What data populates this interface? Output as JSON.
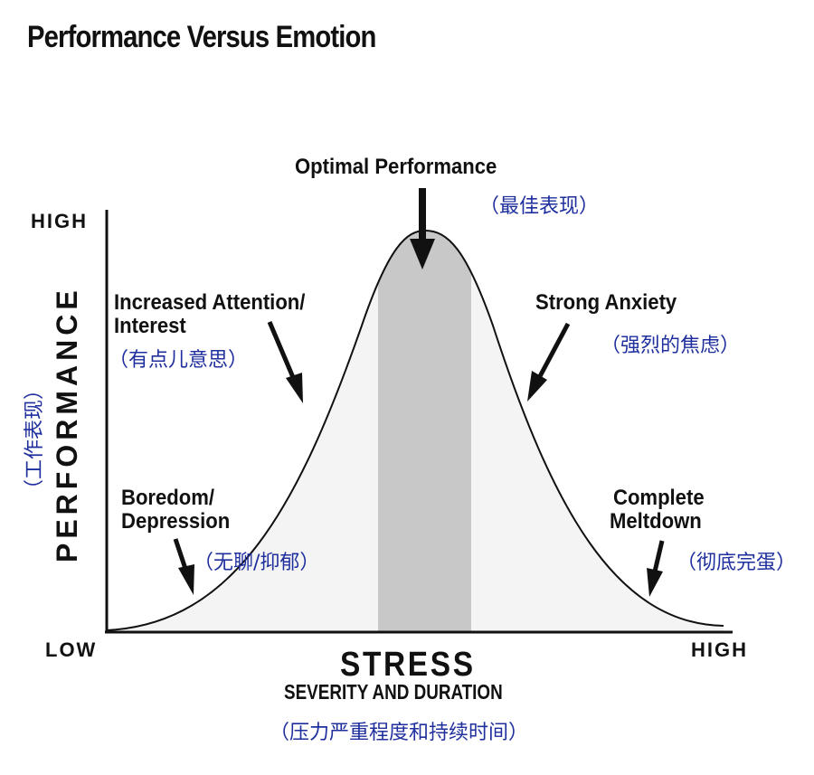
{
  "title": "Performance Versus Emotion",
  "y_axis": {
    "label": "PERFORMANCE",
    "label_cn": "（工作表现）",
    "high": "HIGH"
  },
  "x_axis": {
    "label": "STRESS",
    "sublabel": "SEVERITY AND DURATION",
    "label_cn": "（压力严重程度和持续时间）",
    "low": "LOW",
    "high": "HIGH"
  },
  "annotations": {
    "optimal": {
      "en": "Optimal Performance",
      "cn": "（最佳表现）"
    },
    "attention": {
      "en_line1": "Increased Attention/",
      "en_line2": "Interest",
      "cn": "（有点儿意思）"
    },
    "anxiety": {
      "en": "Strong Anxiety",
      "cn": "（强烈的焦虑）"
    },
    "boredom": {
      "en_line1": "Boredom/",
      "en_line2": "Depression",
      "cn": "（无聊/抑郁）"
    },
    "meltdown": {
      "en_line1": "Complete",
      "en_line2": "Meltdown",
      "cn": "（彻底完蛋）"
    }
  },
  "colors": {
    "curve_fill": "#f4f4f4",
    "optimal_band": "#c8c8c8",
    "cn_text": "#1f2f9e",
    "ink": "#111111"
  }
}
